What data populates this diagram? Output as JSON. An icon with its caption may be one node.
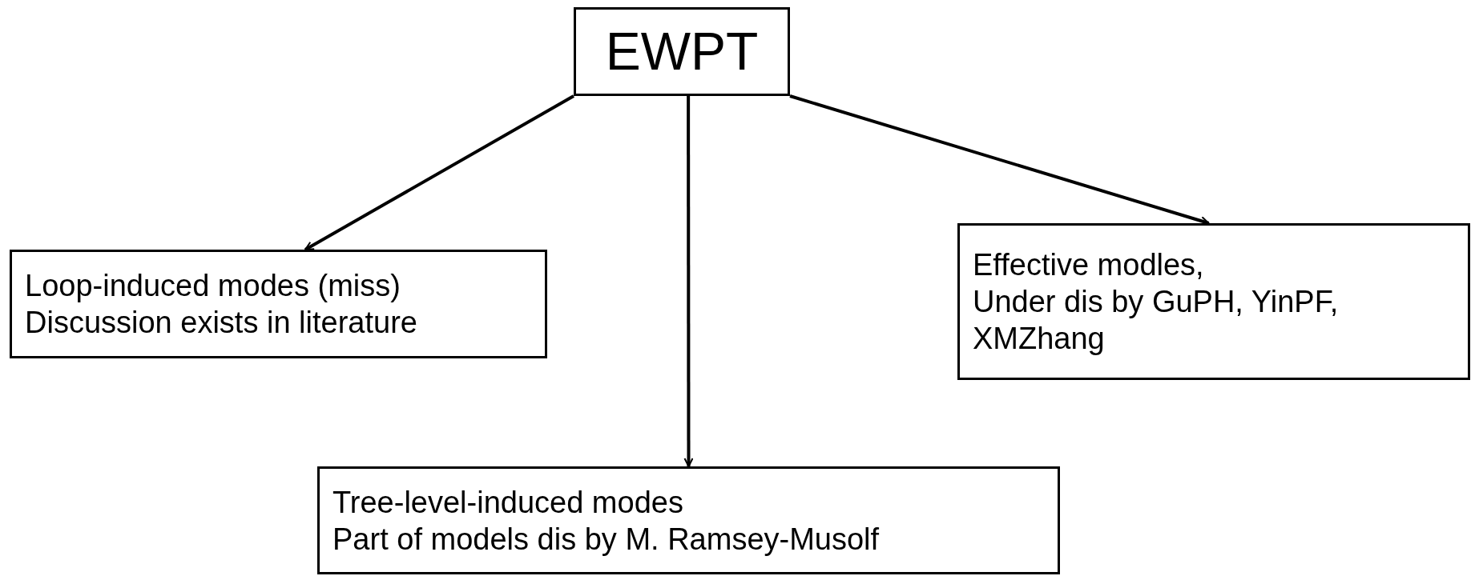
{
  "diagram": {
    "nodes": [
      {
        "text": [
          "EWPT"
        ]
      },
      {
        "text": [
          "Loop-induced modes (miss)",
          "Discussion exists in literature"
        ]
      },
      {
        "text": [
          "Tree-level-induced modes",
          "Part of models dis by M. Ramsey-Musolf"
        ]
      },
      {
        "text": [
          "Effective modles,",
          "Under dis by GuPH, YinPF, XMZhang"
        ]
      }
    ],
    "edges": [
      {
        "from": 0,
        "to": 1,
        "arrow": "to"
      },
      {
        "from": 0,
        "to": 2,
        "arrow": "to"
      },
      {
        "from": 0,
        "to": 3,
        "arrow": "to"
      }
    ]
  }
}
